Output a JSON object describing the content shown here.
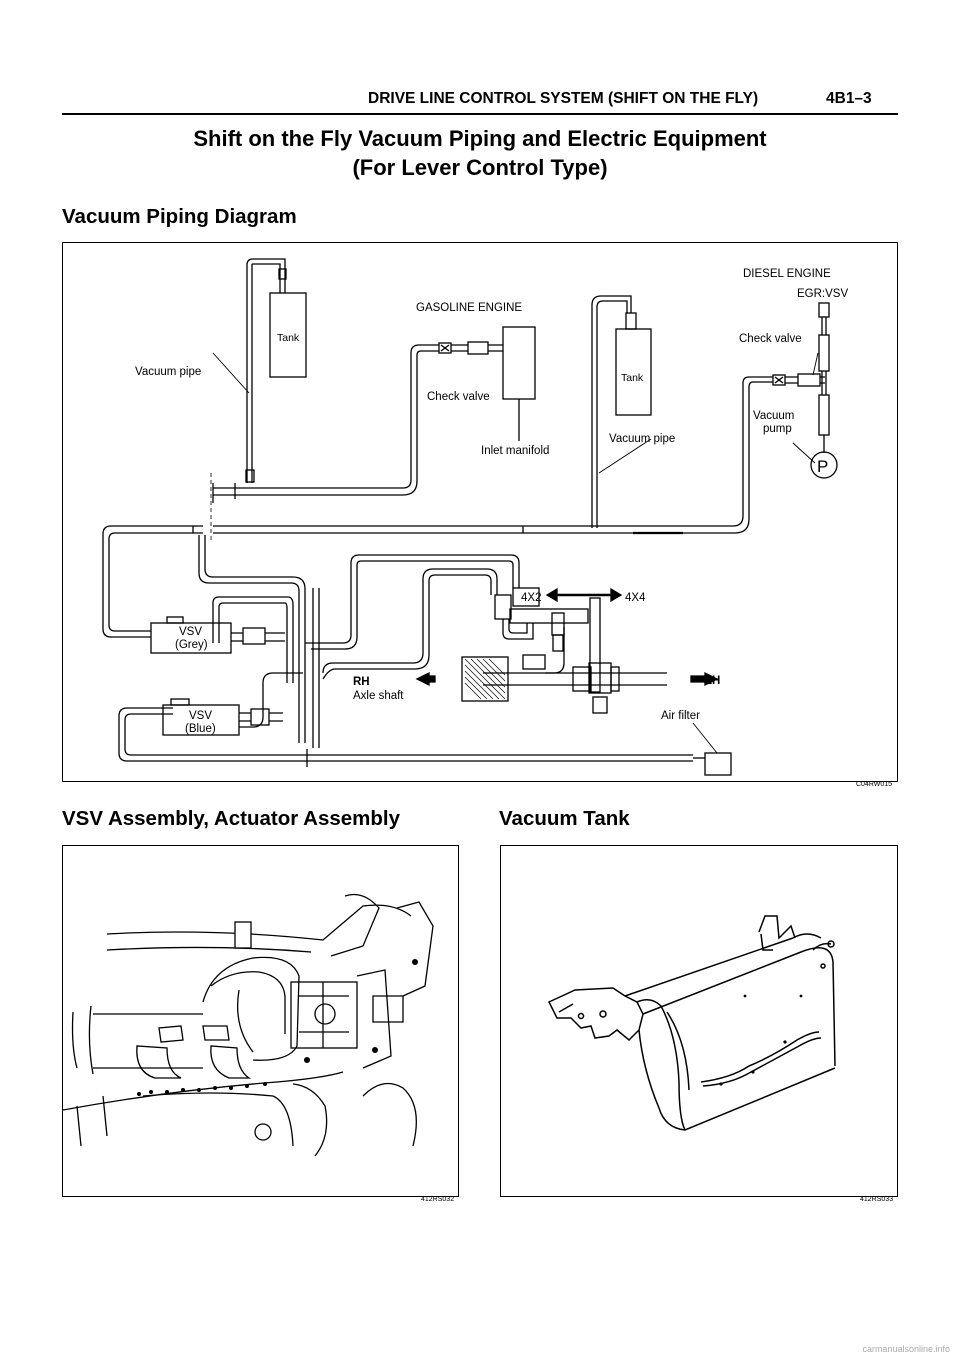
{
  "header": {
    "section_title": "DRIVE LINE CONTROL SYSTEM (SHIFT ON THE FLY)",
    "page_number": "4B1–3"
  },
  "title": {
    "line1": "Shift on the Fly Vacuum Piping and Electric Equipment",
    "line2": "(For Lever Control Type)"
  },
  "vacuum_diagram": {
    "heading": "Vacuum Piping Diagram",
    "figure_code": "C04RW015",
    "labels": {
      "tank_left": "Tank",
      "vacuum_pipe_left": "Vacuum pipe",
      "gasoline_engine": "GASOLINE ENGINE",
      "check_valve_gas": "Check valve",
      "inlet_manifold": "Inlet manifold",
      "tank_mid": "Tank",
      "vacuum_pipe_mid": "Vacuum pipe",
      "diesel_engine": "DIESEL ENGINE",
      "egr_vsv": "EGR:VSV",
      "check_valve_diesel": "Check valve",
      "vacuum_pump_1": "Vacuum",
      "vacuum_pump_2": "pump",
      "pump_letter": "P",
      "mode_4x2": "4X2",
      "mode_4x4": "4X4",
      "vsv_grey_1": "VSV",
      "vsv_grey_2": "(Grey)",
      "vsv_blue_1": "VSV",
      "vsv_blue_2": "(Blue)",
      "rh": "RH",
      "axle_shaft": "Axle shaft",
      "lh": "LH",
      "air_filter": "Air filter"
    }
  },
  "vsv_assembly": {
    "heading": "VSV Assembly, Actuator Assembly",
    "figure_code": "412RS032"
  },
  "vacuum_tank": {
    "heading": "Vacuum Tank",
    "figure_code": "412RS033"
  },
  "footer": {
    "watermark": "carmanualsonline.info"
  }
}
